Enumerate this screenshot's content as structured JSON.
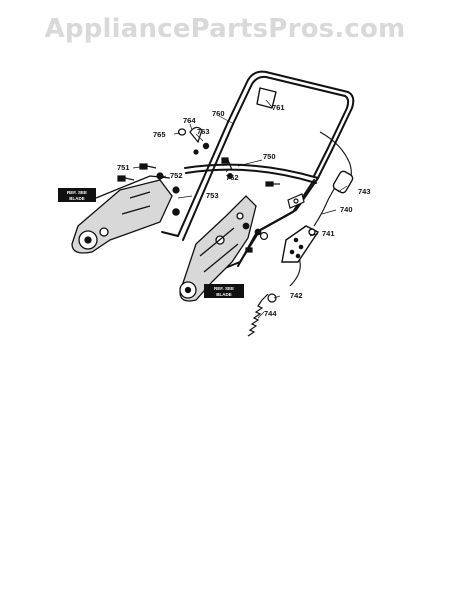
{
  "watermark": "AppliancePartsPros.com",
  "callouts": [
    {
      "id": "callout-left",
      "line1": "REF. SEE",
      "line2": "BLADE"
    },
    {
      "id": "callout-bottom",
      "line1": "REF. SEE",
      "line2": "BLADE"
    }
  ],
  "parts": [
    "760",
    "761",
    "764",
    "765",
    "763",
    "750",
    "751",
    "752",
    "762",
    "753",
    "743",
    "740",
    "741",
    "742",
    "744"
  ]
}
